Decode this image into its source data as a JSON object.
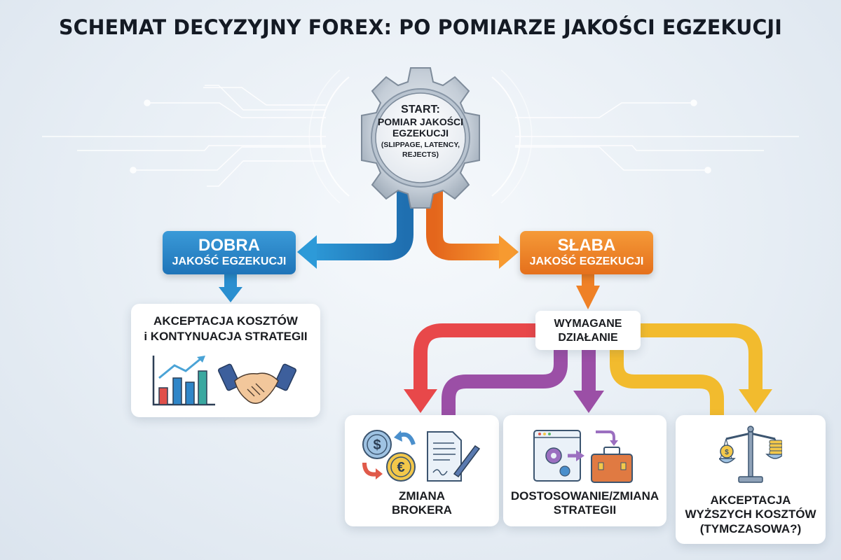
{
  "title": "SCHEMAT DECYZYJNY FOREX: PO POMIARZE JAKOŚCI EGZEKUCJI",
  "start": {
    "line1": "START:",
    "line2": "POMIAR JAKOŚCI",
    "line3": "EGZEKUCJI",
    "line4": "(SLIPPAGE, LATENCY,",
    "line5": "REJECTS)",
    "icon": "gear-icon"
  },
  "branches": {
    "good": {
      "line1": "DOBRA",
      "line2": "JAKOŚĆ EGZEKUCJI",
      "color": "#2383c7"
    },
    "bad": {
      "line1": "SŁABA",
      "line2": "JAKOŚĆ EGZEKUCJI",
      "color": "#ef8126"
    }
  },
  "good_outcome": {
    "line1": "AKCEPTACJA KOSZTÓW",
    "line2": "i KONTYNUACJA STRATEGII",
    "icons": [
      "bar-chart-icon",
      "handshake-icon"
    ]
  },
  "required_action": {
    "line1": "WYMAGANE",
    "line2": "DZIAŁANIE"
  },
  "actions": [
    {
      "line1": "ZMIANA",
      "line2": "BROKERA",
      "icons": [
        "currency-exchange-icon",
        "contract-icon"
      ],
      "arrow_color": "#e8484a"
    },
    {
      "line1": "DOSTOSOWANIE/ZMIANA",
      "line2": "STRATEGII",
      "icons": [
        "settings-window-icon",
        "briefcase-icon"
      ],
      "arrow_color": "#9b4fa6"
    },
    {
      "line1": "AKCEPTACJA",
      "line2": "WYŻSZYCH KOSZTÓW",
      "line3": "(TYMCZASOWA?)",
      "icons": [
        "balance-scale-icon"
      ],
      "arrow_color": "#f2bb2e"
    }
  ]
}
